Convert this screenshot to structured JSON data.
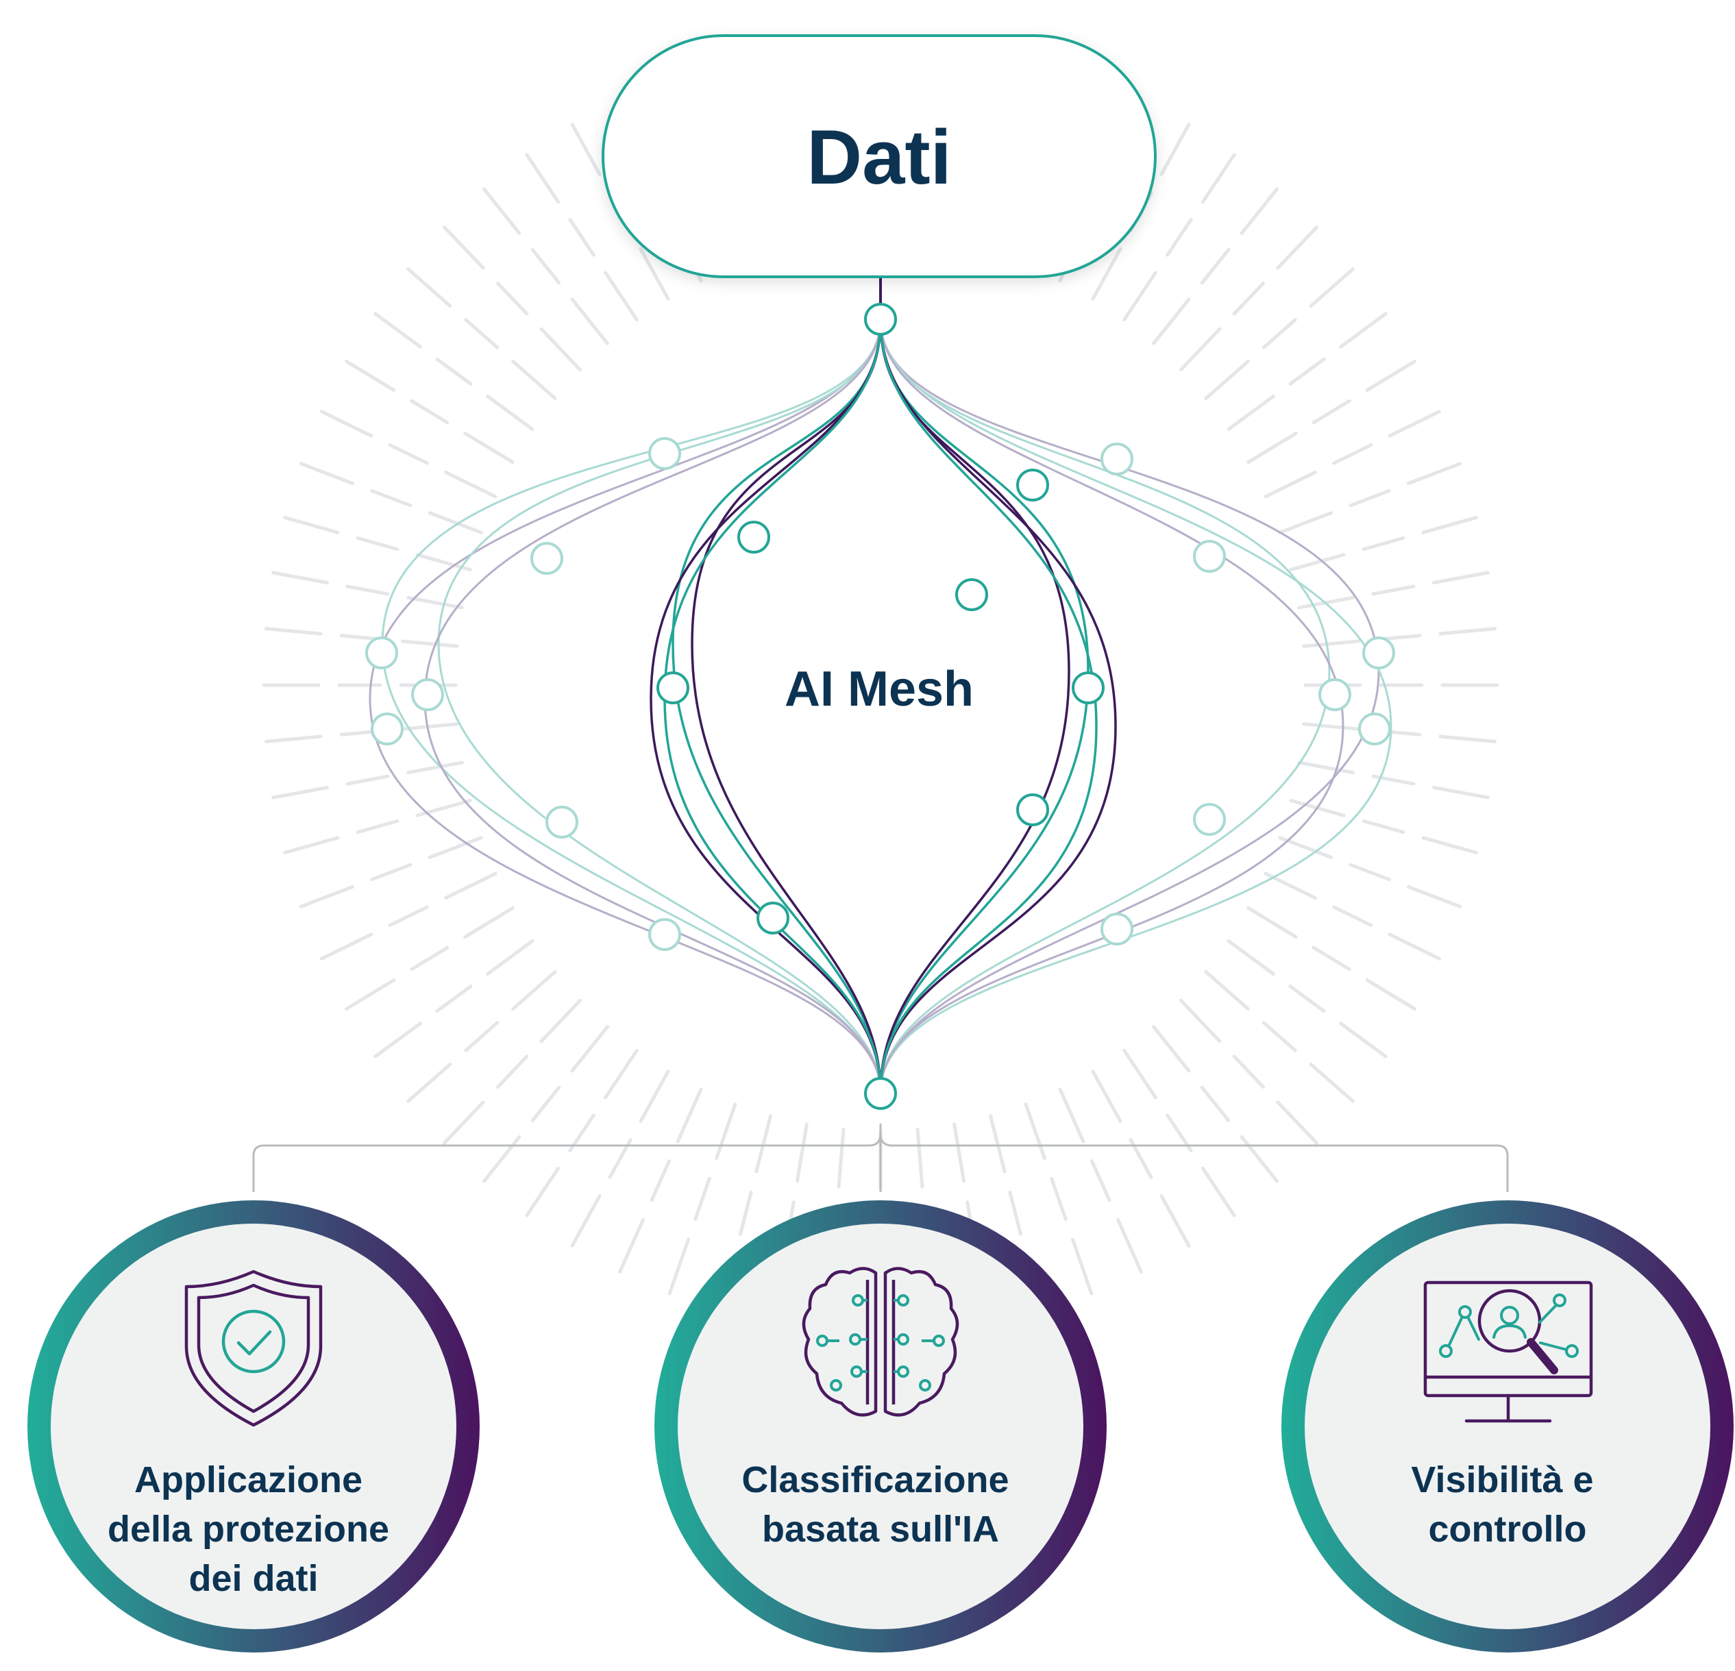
{
  "title_node": {
    "label": "Dati"
  },
  "center_label": "AI Mesh",
  "cards": [
    {
      "lines": [
        "Applicazione",
        "della protezione",
        "dei dati"
      ],
      "icon": "shield-check-icon"
    },
    {
      "lines": [
        "Classificazione",
        "basata sull'IA"
      ],
      "icon": "brain-circuit-icon"
    },
    {
      "lines": [
        "Visibilità e",
        "controllo"
      ],
      "icon": "monitor-magnifier-icon"
    }
  ],
  "colors": {
    "navy": "#0d3352",
    "teal": "#23a596",
    "teal_light": "#a9dad3",
    "purple": "#3d1a5c",
    "purple_light": "#b6aec9",
    "card_fill": "#f0f2f2",
    "ring_start": "#22ad9a",
    "ring_end": "#4a145f",
    "connector": "#b8bcbf",
    "burst": "#e4e6e8"
  }
}
